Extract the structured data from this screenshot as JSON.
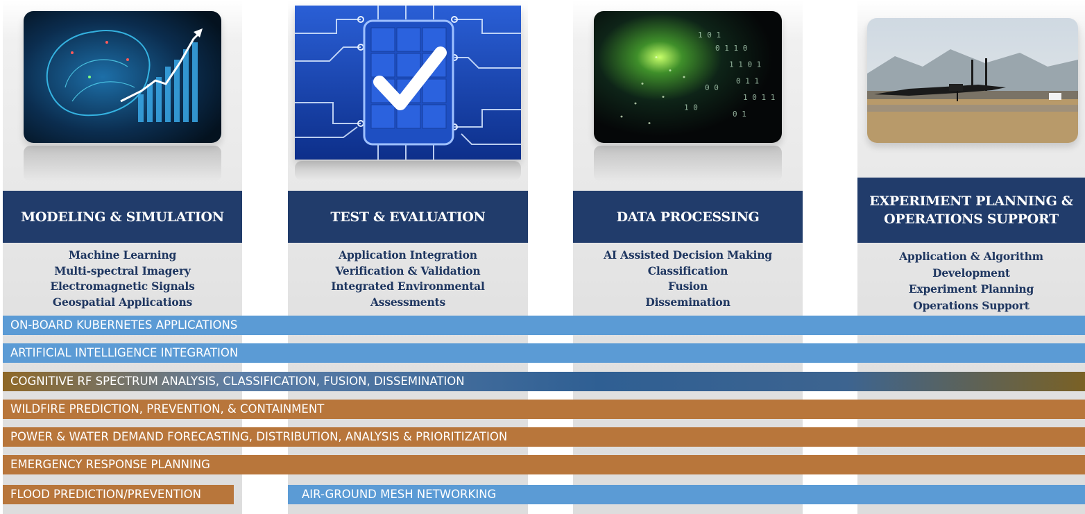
{
  "columns": [
    {
      "title": "MODELING & SIMULATION",
      "items": [
        "Machine Learning",
        "Multi-spectral Imagery",
        "Electromagnetic Signals",
        "Geospatial Applications"
      ]
    },
    {
      "title": "TEST & EVALUATION",
      "items": [
        "Application Integration",
        "Verification & Validation",
        "Integrated Environmental",
        "Assessments"
      ]
    },
    {
      "title": "DATA PROCESSING",
      "items": [
        "AI Assisted Decision Making",
        "Classification",
        "Fusion",
        "Dissemination"
      ]
    },
    {
      "title_lines": [
        "EXPERIMENT PLANNING &",
        "OPERATIONS SUPPORT"
      ],
      "items": [
        "Application & Algorithm",
        "Development",
        "Experiment Planning",
        "Operations Support"
      ]
    }
  ],
  "bars": [
    {
      "label": "ON-BOARD KUBERNETES APPLICATIONS",
      "color": "#5b9bd5"
    },
    {
      "label": "ARTIFICIAL INTELLIGENCE INTEGRATION",
      "color": "#5b9bd5"
    },
    {
      "label": "COGNITIVE RF SPECTRUM ANALYSIS, CLASSIFICATION, FUSION, DISSEMINATION",
      "color": "#2f5f93"
    },
    {
      "label": "WILDFIRE PREDICTION, PREVENTION, & CONTAINMENT",
      "color": "#b8763b"
    },
    {
      "label": "POWER & WATER DEMAND FORECASTING, DISTRIBUTION, ANALYSIS & PRIORITIZATION",
      "color": "#b8763b"
    },
    {
      "label": "EMERGENCY RESPONSE PLANNING",
      "color": "#b8763b"
    },
    {
      "label": "FLOOD PREDICTION/PREVENTION",
      "color": "#b8763b"
    },
    {
      "label": "AIR-GROUND MESH NETWORKING",
      "color": "#5b9bd5"
    }
  ],
  "images": [
    "brain-chart-image",
    "checkmark-circuit-image",
    "binary-data-image",
    "aircraft-runway-image"
  ]
}
